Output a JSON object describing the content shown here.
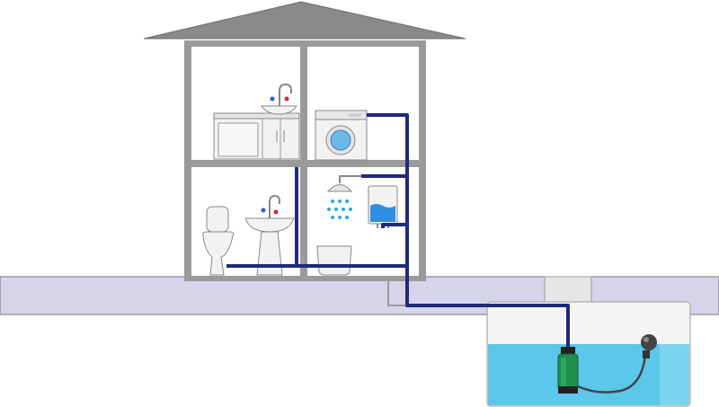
{
  "diagram": {
    "text_labels": [],
    "colors": {
      "roof": "#8a8a8a",
      "wall": "#9a9a9a",
      "room": "#ffffff",
      "ground": "#d6d4ea",
      "ground_edge": "#777777",
      "pipe": "#1f2a7a",
      "water": "#5bc7ea",
      "tank_air": "#f4f4f4",
      "fixture": "#f2f2f2",
      "fixture_stroke": "#888888",
      "shower_drop": "#2aa7e0",
      "heater_water": "#2f8fe0",
      "pump_body": "#1e8f4a",
      "pump_dark": "#222222"
    },
    "icons": [
      "house-roof",
      "kitchen-cabinet",
      "kitchen-sink",
      "washing-machine",
      "toilet",
      "washbasin",
      "shower-head",
      "water-heater",
      "bathtub",
      "rainwater-tank",
      "submersible-pump",
      "float-switch"
    ]
  }
}
